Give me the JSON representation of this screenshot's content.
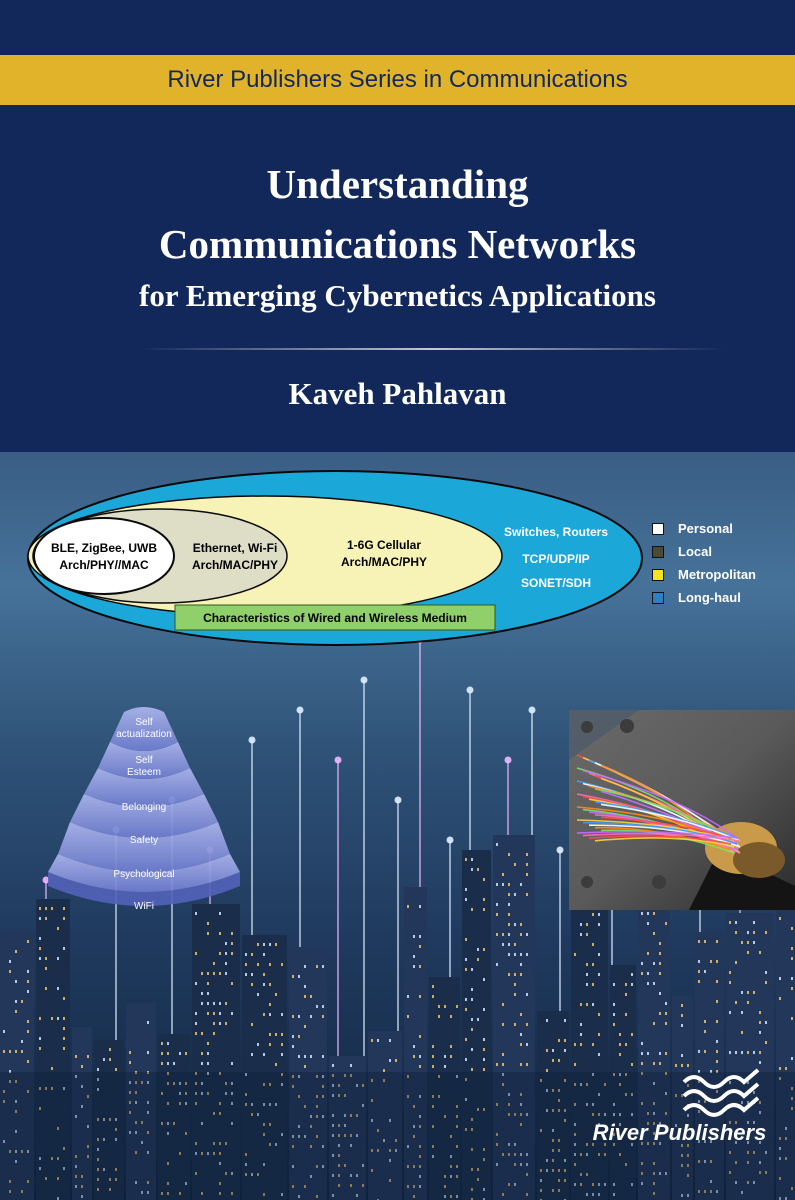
{
  "series": "River Publishers Series in Communications",
  "title_line1": "Understanding",
  "title_line2": "Communications Networks",
  "subtitle": "for Emerging Cybernetics Applications",
  "author": "Kaveh Pahlavan",
  "network_diagram": {
    "personal": [
      "BLE, ZigBee, UWB",
      "Arch/PHY//MAC"
    ],
    "local": [
      "Ethernet, Wi-Fi",
      "Arch/MAC/PHY"
    ],
    "metro": [
      "1-6G Cellular",
      "Arch/MAC/PHY"
    ],
    "longhaul": [
      "Switches, Routers",
      "TCP/UDP/IP",
      "SONET/SDH"
    ],
    "medium": "Characteristics of Wired and Wireless Medium"
  },
  "legend": [
    {
      "label": "Personal",
      "color": "#ffffff"
    },
    {
      "label": "Local",
      "color": "#4a4a36"
    },
    {
      "label": "Metropolitan",
      "color": "#f5e61c"
    },
    {
      "label": "Long-haul",
      "color": "#2f7fc4"
    }
  ],
  "pyramid": {
    "levels": [
      [
        "Self",
        "actualization"
      ],
      [
        "Self",
        "Esteem"
      ],
      [
        "Belonging"
      ],
      [
        "Safety"
      ],
      [
        "Psychological"
      ],
      [
        "WiFi"
      ]
    ]
  },
  "publisher": "River Publishers",
  "colors": {
    "navy": "#12285a",
    "gold": "#e0b32a",
    "cyan": "#1ba8d8",
    "cream": "#f7f2b6",
    "green": "#8fd06a"
  }
}
